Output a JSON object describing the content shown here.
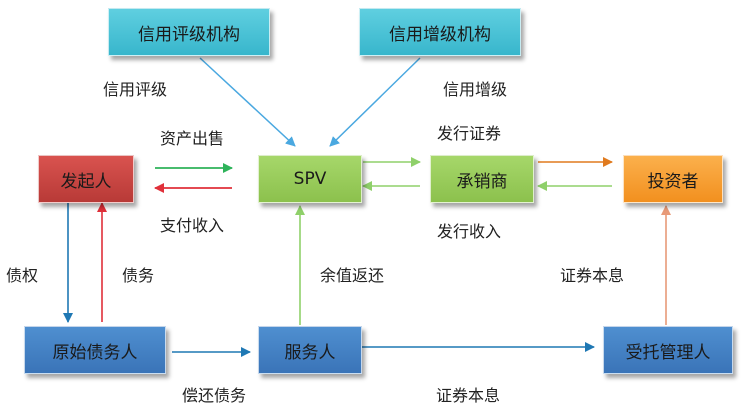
{
  "nodes": {
    "rating_agency": "信用评级机构",
    "enhancement_agency": "信用增级机构",
    "originator": "发起人",
    "spv": "SPV",
    "underwriter": "承销商",
    "investor": "投资者",
    "original_debtor": "原始债务人",
    "servicer": "服务人",
    "trustee": "受托管理人"
  },
  "edges": {
    "credit_rating": "信用评级",
    "credit_enhancement": "信用增级",
    "asset_sale": "资产出售",
    "payment_income": "支付收入",
    "issue_securities": "发行证券",
    "issue_income": "发行收入",
    "creditor_right": "债权",
    "debt": "债务",
    "residual_return": "余值返还",
    "securities_principal_interest_upper": "证券本息",
    "repay_debt": "偿还债务",
    "securities_principal_interest_lower": "证券本息"
  },
  "colors": {
    "teal": "#4cc3d6",
    "green": "#95c75b",
    "red": "#c9443f",
    "orange": "#f7a033",
    "blue": "#4583c5",
    "arrow_blue": "#1f78b4",
    "arrow_skyblue": "#4aa8e0",
    "arrow_green": "#2eb35a",
    "arrow_red": "#e0303a",
    "arrow_lightgreen": "#8fd06a",
    "arrow_orange": "#e07a1e",
    "arrow_salmon": "#e89a78"
  }
}
